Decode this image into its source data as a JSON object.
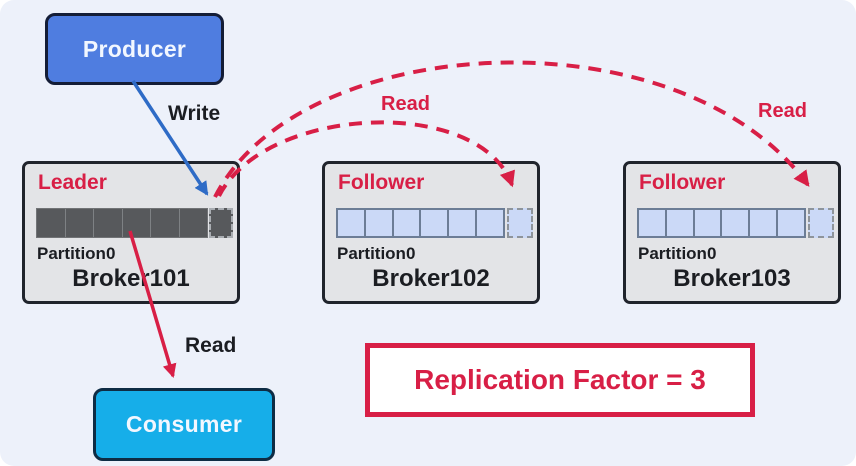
{
  "colors": {
    "bg": "#edf1fa",
    "accent_red": "#d81f46",
    "write_blue": "#2e6bc6",
    "producer_blue": "#4f7de0",
    "consumer_cyan": "#16aee9",
    "box_fill": "#e3e4e7",
    "box_border": "#20242c",
    "leader_cell": "#57595c",
    "follower_cell": "#cbd9f7",
    "follower_cell_border": "#6c7d96",
    "ink": "#1b1d22"
  },
  "nodes": {
    "producer": {
      "label": "Producer"
    },
    "consumer": {
      "label": "Consumer"
    },
    "brokers": [
      {
        "role": "Leader",
        "partition": "Partition0",
        "name": "Broker101",
        "cells_solid": 6,
        "cells_pending": 1
      },
      {
        "role": "Follower",
        "partition": "Partition0",
        "name": "Broker102",
        "cells_solid": 6,
        "cells_pending": 1
      },
      {
        "role": "Follower",
        "partition": "Partition0",
        "name": "Broker103",
        "cells_solid": 6,
        "cells_pending": 1
      }
    ]
  },
  "edges": {
    "write": {
      "label": "Write"
    },
    "consumer_read": {
      "label": "Read"
    },
    "follower102_read": {
      "label": "Read"
    },
    "follower103_read": {
      "label": "Read"
    }
  },
  "callout": {
    "text": "Replication Factor = 3"
  }
}
